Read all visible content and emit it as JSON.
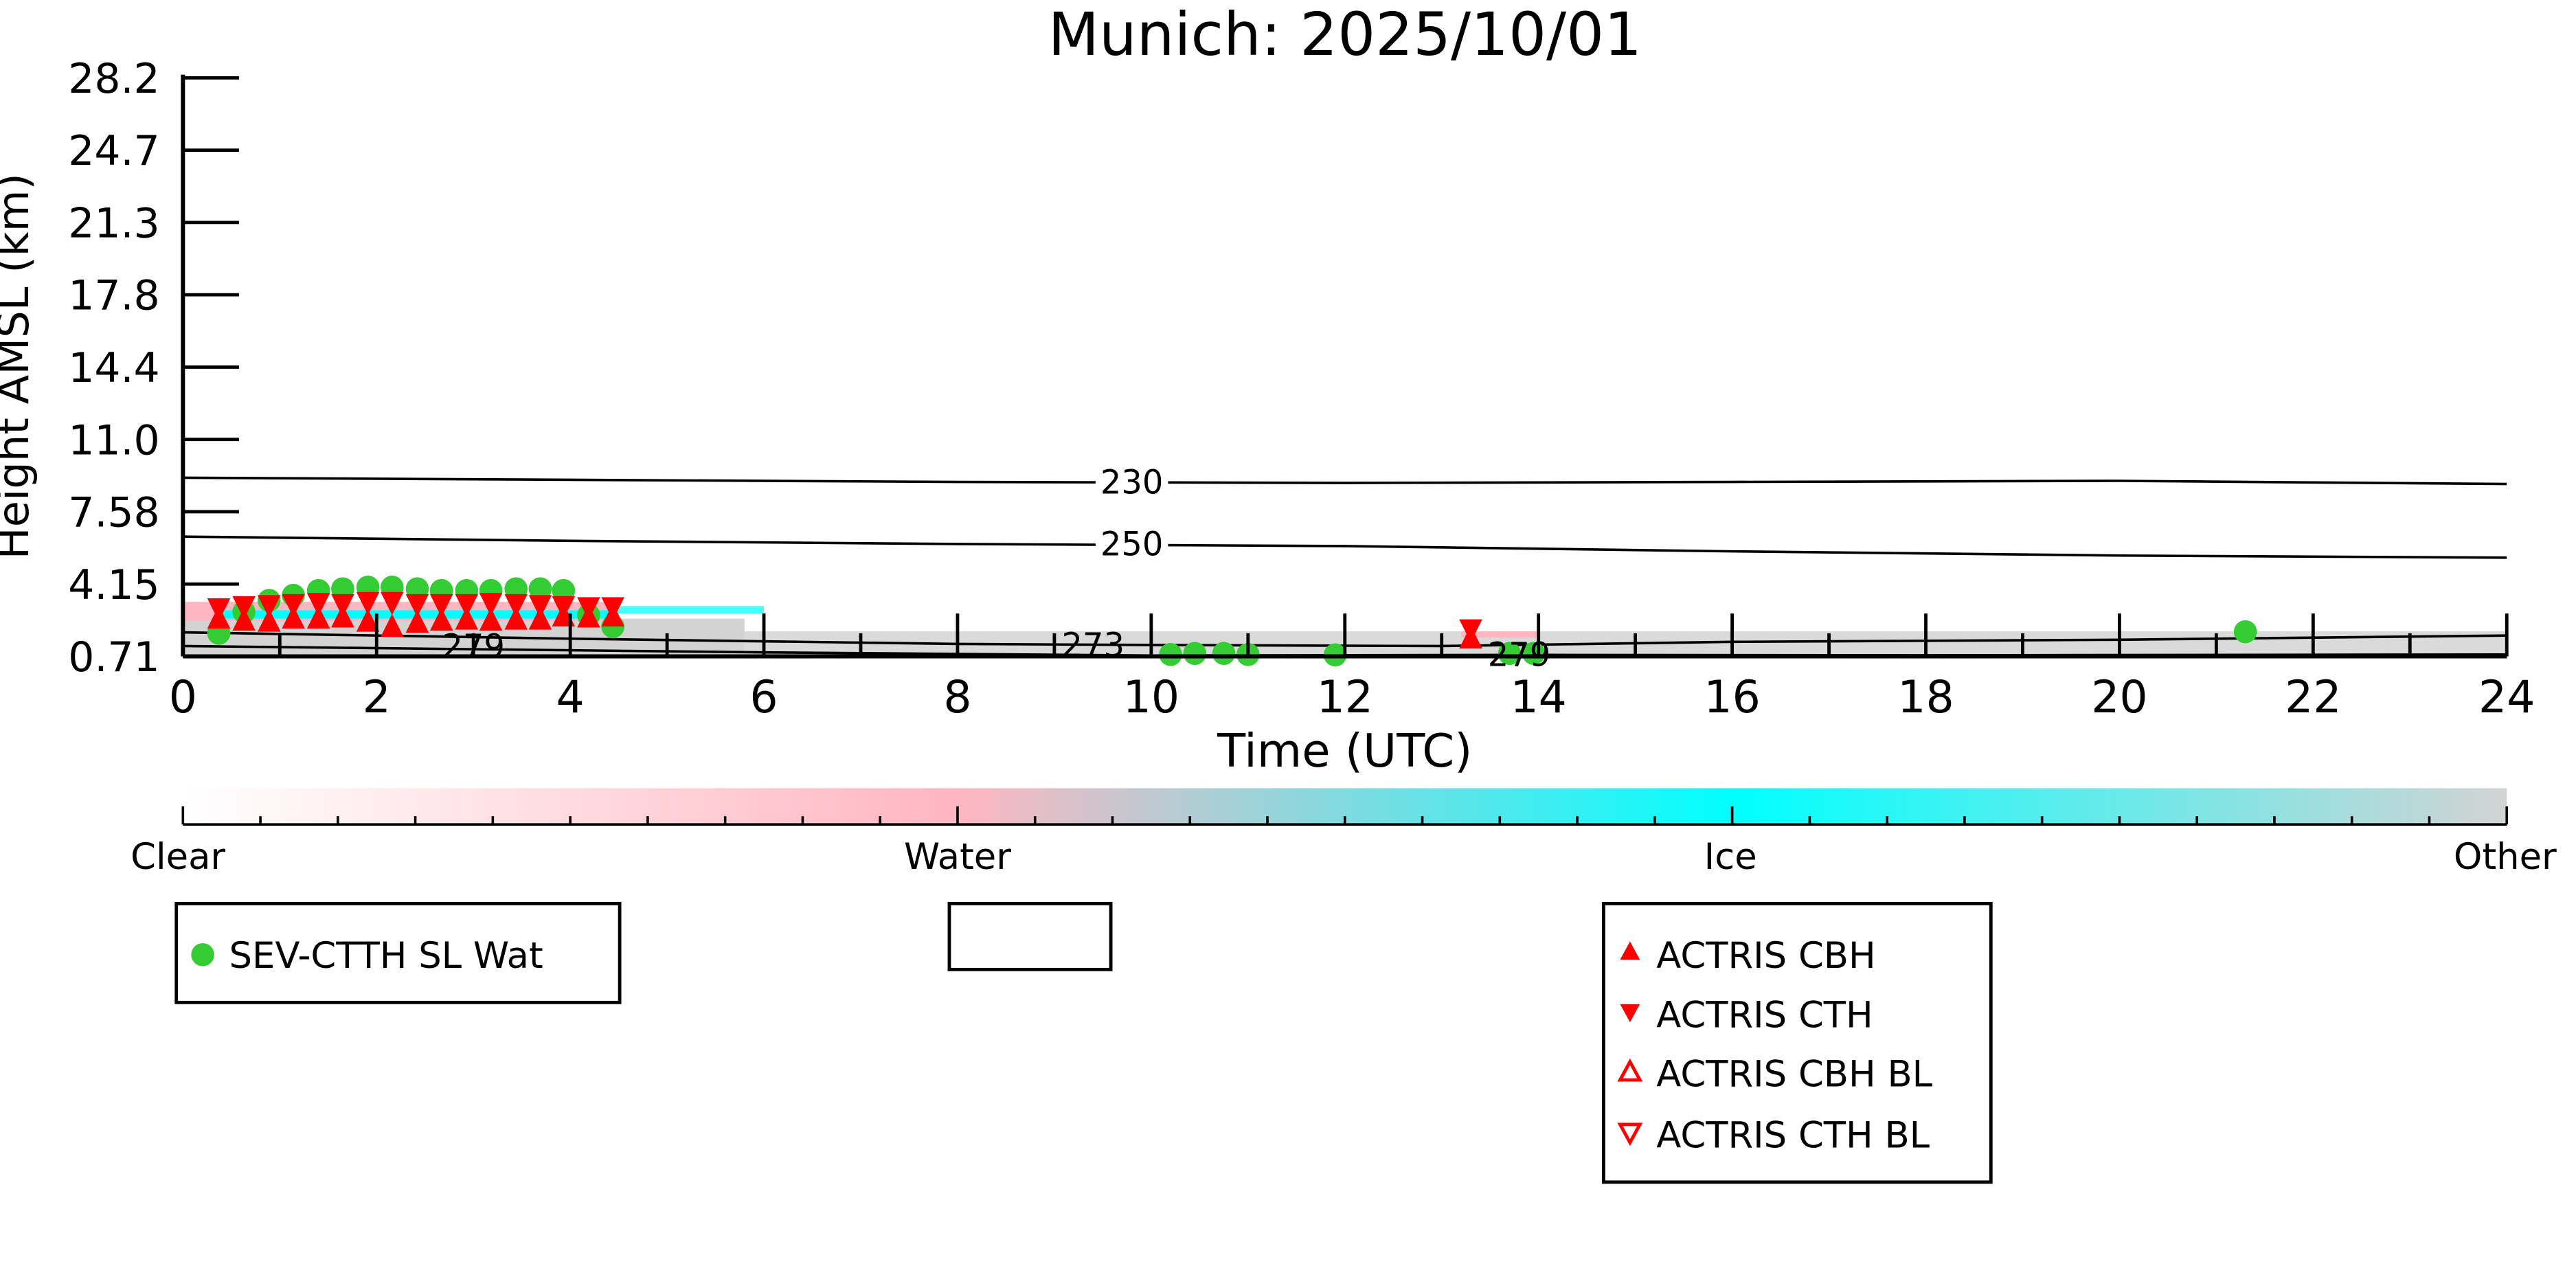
{
  "chart_data": {
    "type": "scatter",
    "title": "Munich: 2025/10/01",
    "xlabel": "Time (UTC)",
    "ylabel": "Height AMSL (km)",
    "xlim": [
      0,
      24
    ],
    "ylim": [
      0.71,
      28.2
    ],
    "xticks": [
      "0",
      "2",
      "4",
      "6",
      "8",
      "10",
      "12",
      "14",
      "16",
      "18",
      "20",
      "22",
      "24"
    ],
    "yticks": [
      "0.71",
      "4.15",
      "7.58",
      "11.0",
      "14.4",
      "17.8",
      "21.3",
      "24.7",
      "28.2"
    ],
    "colorbar": {
      "labels": [
        "Clear",
        "Water",
        "Ice",
        "Other"
      ],
      "colors": [
        "#ffffff",
        "#ffb6c1",
        "#00ffff",
        "#d3d3d3"
      ]
    },
    "series": [
      {
        "name": "SEV-CTTH SL Wat",
        "marker": "circle",
        "color": "#33cc33",
        "points": [
          [
            0.37,
            1.81
          ],
          [
            0.63,
            2.82
          ],
          [
            0.89,
            3.37
          ],
          [
            1.14,
            3.61
          ],
          [
            1.4,
            3.84
          ],
          [
            1.65,
            3.92
          ],
          [
            1.91,
            4.0
          ],
          [
            2.16,
            4.0
          ],
          [
            2.42,
            3.92
          ],
          [
            2.67,
            3.84
          ],
          [
            2.93,
            3.84
          ],
          [
            3.18,
            3.84
          ],
          [
            3.44,
            3.92
          ],
          [
            3.69,
            3.92
          ],
          [
            3.93,
            3.84
          ],
          [
            4.19,
            2.67
          ],
          [
            4.44,
            2.12
          ],
          [
            10.2,
            0.8
          ],
          [
            10.45,
            0.85
          ],
          [
            10.75,
            0.85
          ],
          [
            11.0,
            0.8
          ],
          [
            11.9,
            0.78
          ],
          [
            13.7,
            0.85
          ],
          [
            13.95,
            0.85
          ],
          [
            21.3,
            1.88
          ]
        ]
      },
      {
        "name": "ACTRIS CBH",
        "marker": "triangle-up",
        "color": "#ff0000",
        "points": [
          [
            0.37,
            2.5
          ],
          [
            0.63,
            2.4
          ],
          [
            0.89,
            2.35
          ],
          [
            1.14,
            2.5
          ],
          [
            1.4,
            2.5
          ],
          [
            1.65,
            2.55
          ],
          [
            1.91,
            2.35
          ],
          [
            2.16,
            2.1
          ],
          [
            2.42,
            2.3
          ],
          [
            2.67,
            2.4
          ],
          [
            2.93,
            2.45
          ],
          [
            3.18,
            2.4
          ],
          [
            3.44,
            2.45
          ],
          [
            3.69,
            2.45
          ],
          [
            3.93,
            2.6
          ],
          [
            4.19,
            2.55
          ],
          [
            4.44,
            2.6
          ],
          [
            13.3,
            1.55
          ]
        ]
      },
      {
        "name": "ACTRIS CTH",
        "marker": "triangle-down",
        "color": "#ff0000",
        "points": [
          [
            0.37,
            3.0
          ],
          [
            0.63,
            3.1
          ],
          [
            0.89,
            3.15
          ],
          [
            1.14,
            3.2
          ],
          [
            1.4,
            3.25
          ],
          [
            1.65,
            3.2
          ],
          [
            1.91,
            3.3
          ],
          [
            2.16,
            3.3
          ],
          [
            2.42,
            3.2
          ],
          [
            2.67,
            3.2
          ],
          [
            2.93,
            3.2
          ],
          [
            3.18,
            3.25
          ],
          [
            3.44,
            3.2
          ],
          [
            3.69,
            3.15
          ],
          [
            3.93,
            3.1
          ],
          [
            4.19,
            3.05
          ],
          [
            4.44,
            3.05
          ],
          [
            13.3,
            2.0
          ]
        ]
      },
      {
        "name": "ACTRIS CBH BL",
        "marker": "triangle-up-open",
        "color": "#ff0000",
        "points": []
      },
      {
        "name": "ACTRIS CTH BL",
        "marker": "triangle-down-open",
        "color": "#ff0000",
        "points": []
      }
    ],
    "contours": [
      {
        "label": "230",
        "label_x": 9.8,
        "points": [
          [
            0,
            9.2
          ],
          [
            4,
            9.1
          ],
          [
            8,
            9.0
          ],
          [
            12,
            8.95
          ],
          [
            16,
            9.0
          ],
          [
            20,
            9.05
          ],
          [
            24,
            8.9
          ]
        ]
      },
      {
        "label": "250",
        "label_x": 9.8,
        "points": [
          [
            0,
            6.4
          ],
          [
            4,
            6.2
          ],
          [
            8,
            6.05
          ],
          [
            12,
            5.95
          ],
          [
            16,
            5.7
          ],
          [
            20,
            5.5
          ],
          [
            24,
            5.4
          ]
        ]
      },
      {
        "label": "273",
        "label_x": 9.4,
        "points": [
          [
            0,
            1.85
          ],
          [
            4,
            1.55
          ],
          [
            8,
            1.3
          ],
          [
            10,
            1.25
          ],
          [
            13,
            1.2
          ],
          [
            16,
            1.4
          ],
          [
            20,
            1.5
          ],
          [
            24,
            1.7
          ]
        ]
      },
      {
        "label": "279",
        "label_x": 3.0,
        "points": [
          [
            0,
            1.2
          ],
          [
            6,
            0.9
          ],
          [
            10,
            0.75
          ],
          [
            14,
            0.78
          ],
          [
            18,
            0.76
          ],
          [
            24,
            0.8
          ]
        ]
      },
      {
        "label": "279",
        "label_x": 13.8,
        "points": []
      }
    ],
    "legend": {
      "box1": [
        "SEV-CTTH SL Wat"
      ],
      "box3": [
        "ACTRIS CBH",
        "ACTRIS CTH",
        "ACTRIS CBH BL",
        "ACTRIS CTH BL"
      ]
    }
  }
}
